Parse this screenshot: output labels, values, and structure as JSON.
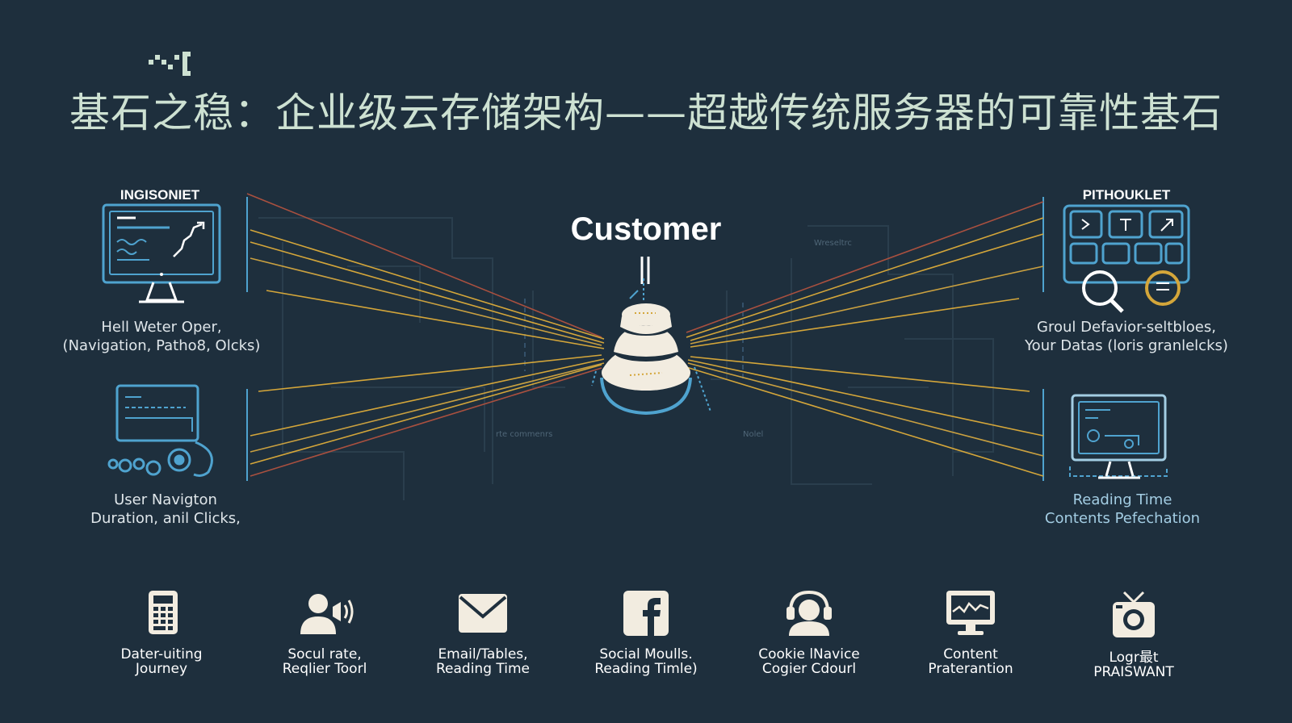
{
  "title": "基石之稳：企业级云存储架构——超越传统服务器的可靠性基石",
  "center": {
    "label": "Customer"
  },
  "panels": {
    "top_left": {
      "title": "INGISONIET",
      "lines": [
        "Hell Weter Oper,",
        "(Navigation, Patho8, Olcks)"
      ]
    },
    "bottom_left": {
      "lines": [
        "User Navigton",
        "Duration, anil Clicks,"
      ]
    },
    "top_right": {
      "title": "PITHOUKLET",
      "lines": [
        "Groul Defavior-seltbloes,",
        "Your Datas (loris granlelcks)"
      ]
    },
    "bottom_right": {
      "lines": [
        "Reading Time",
        "Contents Pefechation"
      ]
    }
  },
  "faint_labels": [
    "Wreseltrc",
    "rte commenrs",
    "Nolel"
  ],
  "bottom_items": [
    {
      "icon": "calculator-icon",
      "lines": [
        "Dater-uiting",
        "Journey"
      ]
    },
    {
      "icon": "user-speaker-icon",
      "lines": [
        "Socul rate,",
        "Reqlier Toorl"
      ]
    },
    {
      "icon": "envelope-icon",
      "lines": [
        "Email/Tables,",
        "Reading Time"
      ]
    },
    {
      "icon": "facebook-icon",
      "lines": [
        "Social Moulls.",
        "Reading Timle)"
      ]
    },
    {
      "icon": "headset-user-icon",
      "lines": [
        "Cookie lNavice",
        "Cogier Cdourl"
      ]
    },
    {
      "icon": "monitor-chart-icon",
      "lines": [
        "Content",
        "Praterantion"
      ]
    },
    {
      "icon": "tv-camera-icon",
      "lines": [
        "Logr最t",
        "PRAISWANT"
      ]
    }
  ],
  "colors": {
    "background": "#1e2f3d",
    "title": "#cde1d2",
    "accent_blue": "#4fa3cf",
    "line_gold": "#d4a63a",
    "line_red": "#a9503f"
  }
}
